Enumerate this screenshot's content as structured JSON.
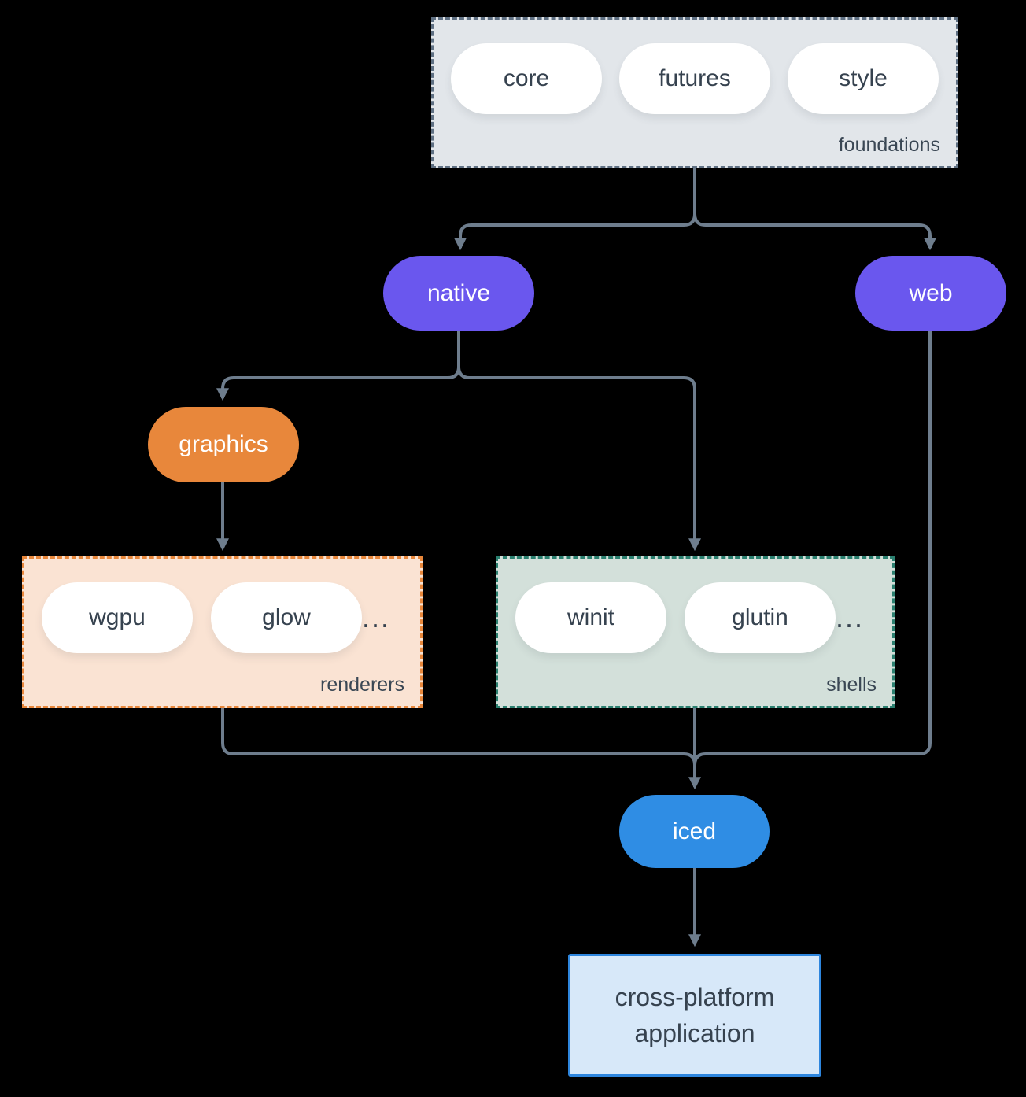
{
  "groups": {
    "foundations": {
      "label": "foundations",
      "pills": [
        "core",
        "futures",
        "style"
      ]
    },
    "renderers": {
      "label": "renderers",
      "pills": [
        "wgpu",
        "glow"
      ],
      "ellipsis": "..."
    },
    "shells": {
      "label": "shells",
      "pills": [
        "winit",
        "glutin"
      ],
      "ellipsis": "..."
    }
  },
  "nodes": {
    "native": {
      "label": "native"
    },
    "web": {
      "label": "web"
    },
    "graphics": {
      "label": "graphics"
    },
    "iced": {
      "label": "iced"
    },
    "application": {
      "label": "cross-platform application"
    }
  },
  "colors": {
    "background": "#000000",
    "edge": "#6e7d8d",
    "node_purple": "#6a57ee",
    "node_orange": "#e8873b",
    "node_blue": "#2f8de4",
    "foundations_bg": "#e2e6ea",
    "foundations_border": "#5f7083",
    "renderers_bg": "#fae3d3",
    "renderers_border": "#e8873b",
    "shells_bg": "#d3e0da",
    "shells_border": "#2b8070",
    "application_bg": "#d7e8f9",
    "application_border": "#2e86de",
    "text_dark": "#36424f",
    "text_light": "#ffffff"
  }
}
